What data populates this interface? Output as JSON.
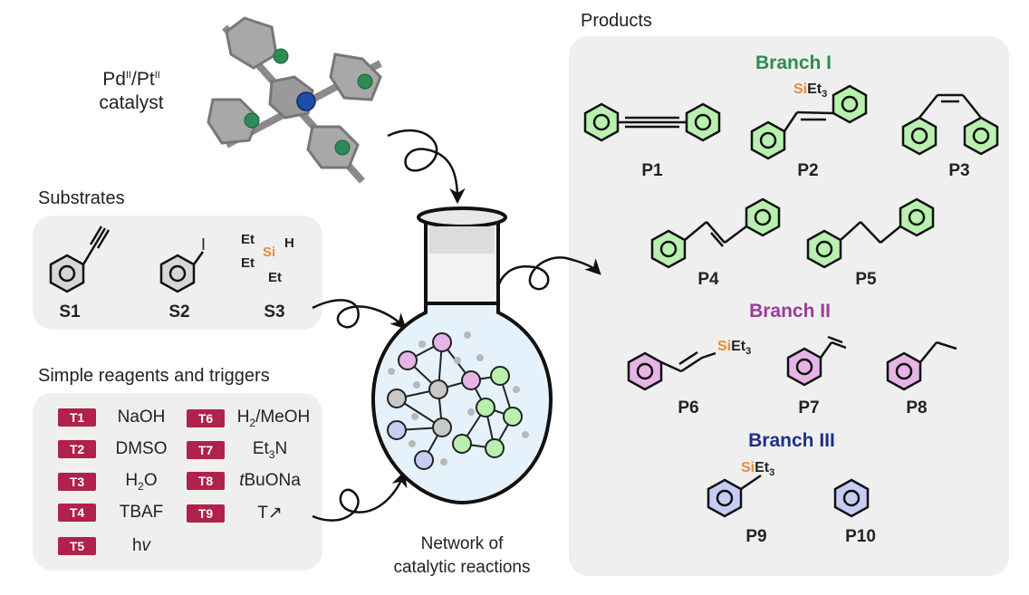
{
  "catalyst": {
    "line1": "Pd",
    "sup1": "II",
    "slash": "/Pt",
    "sup2": "II",
    "line2": "catalyst"
  },
  "substrates": {
    "title": "Substrates",
    "items": [
      {
        "label": "S1"
      },
      {
        "label": "S2",
        "atom": "I"
      },
      {
        "label": "S3",
        "atoms": {
          "et": "Et",
          "si": "Si",
          "h": "H"
        }
      }
    ]
  },
  "reagents": {
    "title": "Simple reagents and triggers",
    "items": [
      {
        "tag": "T1",
        "name": "NaOH"
      },
      {
        "tag": "T2",
        "name": "DMSO"
      },
      {
        "tag": "T3",
        "name": "H",
        "sub": "2",
        "tail": "O"
      },
      {
        "tag": "T4",
        "name": "TBAF"
      },
      {
        "tag": "T5",
        "name": "h",
        "italic": "v"
      },
      {
        "tag": "T6",
        "name": "H",
        "sub": "2",
        "tail": "/MeOH"
      },
      {
        "tag": "T7",
        "name": "Et",
        "sub": "3",
        "tail": "N"
      },
      {
        "tag": "T8",
        "italic": "t",
        "name": "BuONa"
      },
      {
        "tag": "T9",
        "name": "T↗"
      }
    ]
  },
  "network": {
    "line1": "Network of",
    "line2": "catalytic reactions"
  },
  "products": {
    "title": "Products",
    "branches": [
      {
        "name": "Branch I",
        "color": "#2e8b57"
      },
      {
        "name": "Branch II",
        "color": "#9b3a9b"
      },
      {
        "name": "Branch III",
        "color": "#1f2f8a"
      }
    ],
    "labels": [
      "P1",
      "P2",
      "P3",
      "P4",
      "P5",
      "P6",
      "P7",
      "P8",
      "P9",
      "P10"
    ],
    "siet3": {
      "si": "Si",
      "et": "Et",
      "sub": "3"
    }
  },
  "colors": {
    "branch1_fill": "#b9f0b0",
    "branch2_fill": "#e7b4e6",
    "branch3_fill": "#c5cdf2",
    "tag_bg": "#b0214b",
    "si_orange": "#f08a3a",
    "panel_bg": "#efefef",
    "flask_liquid": "#e6f2fb"
  }
}
